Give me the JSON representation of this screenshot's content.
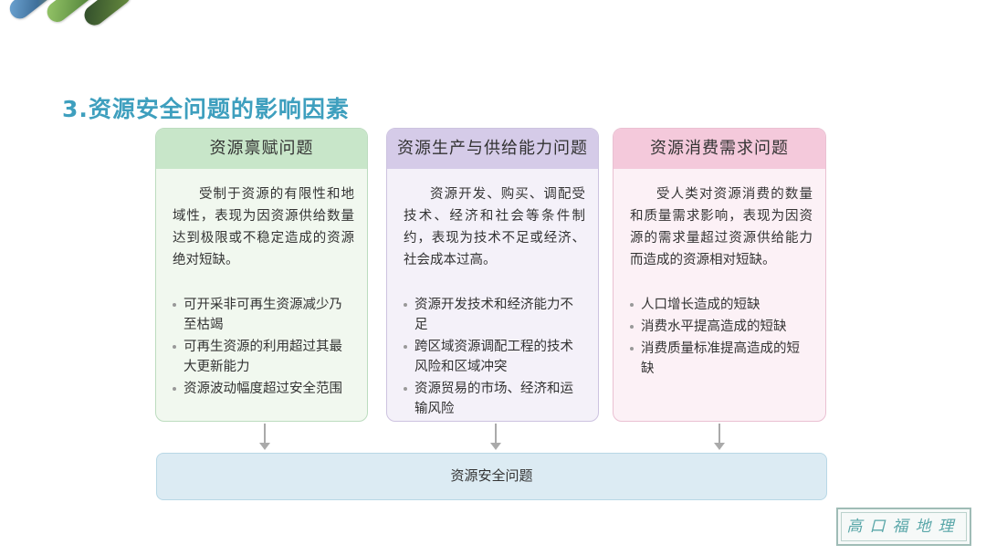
{
  "title": "3.资源安全问题的影响因素",
  "columns": [
    {
      "heading": "资源禀赋问题",
      "description": "受制于资源的有限性和地域性，表现为因资源供给数量达到极限或不稳定造成的资源绝对短缺。",
      "bullets": [
        "可开采非可再生资源减少乃至枯竭",
        "可再生资源的利用超过其最大更新能力",
        "资源波动幅度超过安全范围"
      ]
    },
    {
      "heading": "资源生产与供给能力问题",
      "description": "资源开发、购买、调配受技术、经济和社会等条件制约，表现为技术不足或经济、社会成本过高。",
      "bullets": [
        "资源开发技术和经济能力不足",
        "跨区域资源调配工程的技术风险和区域冲突",
        "资源贸易的市场、经济和运输风险"
      ]
    },
    {
      "heading": "资源消费需求问题",
      "description": "受人类对资源消费的数量和质量需求影响，表现为因资源的需求量超过资源供给能力而造成的资源相对短缺。",
      "bullets": [
        "人口增长造成的短缺",
        "消费水平提高造成的短缺",
        "消费质量标准提高造成的短缺"
      ]
    }
  ],
  "result": "资源安全问题",
  "watermark": "高口福地理",
  "colors": {
    "title": "#3e9fbe",
    "col1_head": "#c8e6c9",
    "col2_head": "#d5cbe8",
    "col3_head": "#f4c9db",
    "result_bg": "#dcebf3"
  }
}
